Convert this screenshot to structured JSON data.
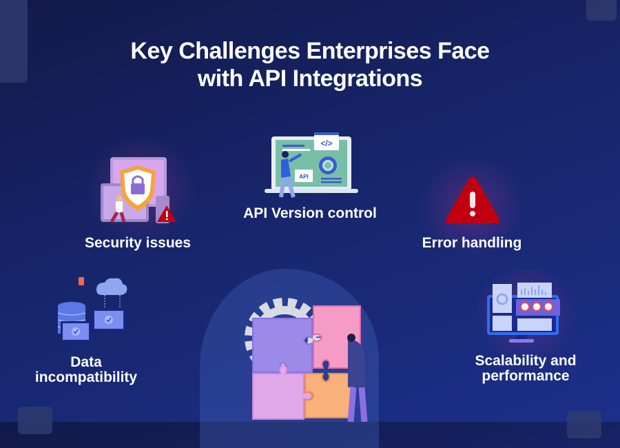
{
  "title": {
    "line1": "Key Challenges Enterprises Face",
    "line2": "with API Integrations"
  },
  "challenges": [
    {
      "id": "security",
      "label": "Security issues",
      "icon": "shield-lock-icon"
    },
    {
      "id": "version",
      "label": "API Version control",
      "icon": "laptop-code-icon",
      "badge": "API",
      "code_glyph": "</>"
    },
    {
      "id": "error",
      "label": "Error handling",
      "icon": "warning-triangle-icon"
    },
    {
      "id": "data",
      "label_line1": "Data",
      "label_line2": "incompatibility",
      "icon": "database-cloud-icon"
    },
    {
      "id": "scalability",
      "label_line1": "Scalability and",
      "label_line2": "performance",
      "icon": "dashboard-monitor-icon"
    }
  ],
  "center_illustration": {
    "icon": "puzzle-gear-icon"
  },
  "colors": {
    "background_top": "#121a4a",
    "background_bottom": "#1c2f8a",
    "warning_red": "#c00010",
    "text": "#ffffff"
  }
}
